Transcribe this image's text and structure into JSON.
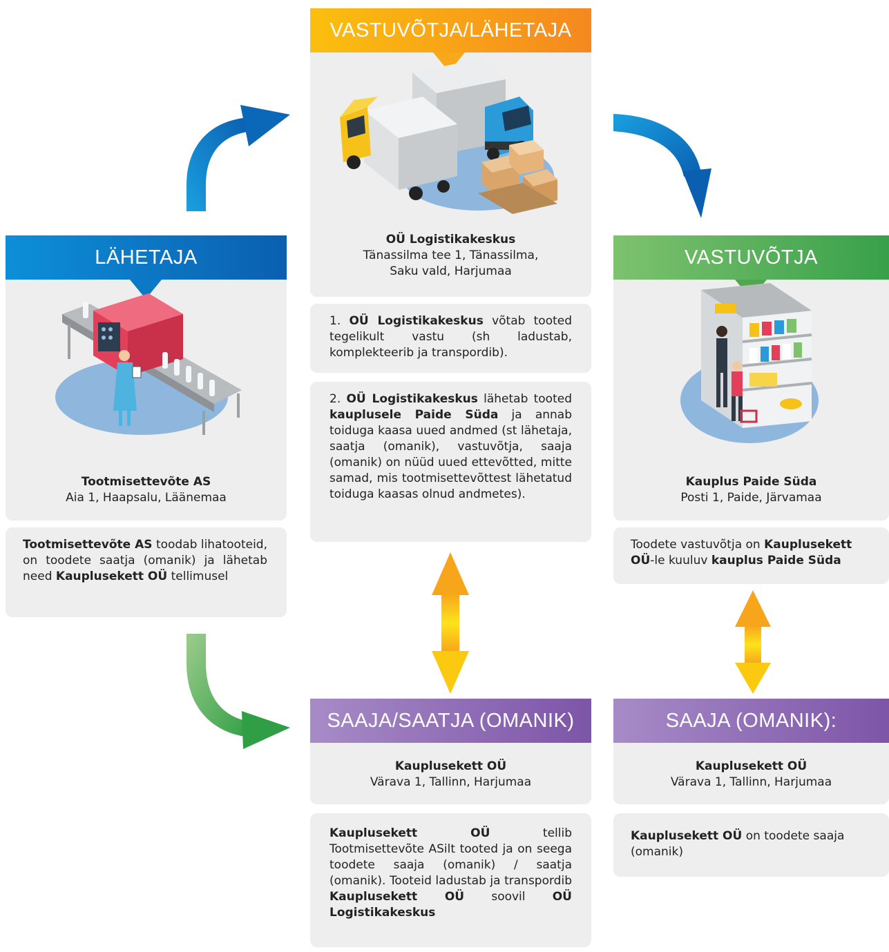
{
  "nodes": {
    "center_top": {
      "header": "VASTUVÕTJA/LÄHETAJA",
      "company": "OÜ Logistikakeskus",
      "address_line1": "Tänassilma tee 1, Tänassilma,",
      "address_line2": "Saku vald, Harjumaa"
    },
    "left": {
      "header": "LÄHETAJA",
      "company": "Tootmisettevõte AS",
      "address": "Aia 1, Haapsalu, Läänemaa"
    },
    "right_top": {
      "header": "VASTUVÕTJA",
      "company": "Kauplus Paide Süda",
      "address": "Posti 1, Paide, Järvamaa"
    },
    "center_bottom": {
      "header": "SAAJA/SAATJA (OMANIK)",
      "company": "Kauplusekett OÜ",
      "address": "Värava 1, Tallinn, Harjumaa"
    },
    "right_bottom": {
      "header": "SAAJA (OMANIK):",
      "company": "Kauplusekett OÜ",
      "address": "Värava 1, Tallinn, Harjumaa"
    }
  },
  "notes": {
    "note1": {
      "prefix": "1. ",
      "b1": "OÜ Logistikakeskus",
      "t1": " võtab tooted tegelikult vastu (sh ladustab, komplekteerib ja transpordib)."
    },
    "note2": {
      "prefix": "2. ",
      "b1": "OÜ Logistikakeskus",
      "t1": " lähetab tooted ",
      "b2": "kauplusele Paide Süda",
      "t2": " ja annab toiduga kaasa uued andmed (st lähetaja, saatja (omanik), vastuvõtja, saaja (omanik) on nüüd uued ettevõtted, mitte samad, mis tootmisettevõttest lähetatud toiduga kaasas olnud andmetes)."
    },
    "left_note": {
      "b1": "Tootmisettevõte AS",
      "t1": " toodab lihatooteid, on toodete saatja (omanik) ja lähetab need ",
      "b2": "Kauplusekett OÜ",
      "t2": " tellimusel"
    },
    "right_note": {
      "t1": "Toodete vastuvõtja on ",
      "b1": "Kauplusekett OÜ",
      "t2": "-le kuuluv ",
      "b2": "kauplus Paide Süda"
    },
    "center_bottom_note": {
      "b1": "Kauplusekett OÜ",
      "t1": " tellib Tootmisettevõte ASilt tooted ja on seega toodete saaja (omanik) / saatja (omanik). Tooteid ladustab ja transpordib ",
      "b2": "Kauplusekett OÜ",
      "t2": " soovil ",
      "b3": "OÜ Logistikakeskus"
    },
    "right_bottom_note": {
      "b1": "Kauplusekett OÜ",
      "t1": " on toodete saaja (omanik)"
    }
  },
  "colors": {
    "orange": "#f7a51a",
    "blue": "#0b7cc9",
    "green": "#4caf50",
    "purple": "#8e6bb8",
    "yellow_arrow": "#fbc90f",
    "panel": "#eeeeee"
  }
}
